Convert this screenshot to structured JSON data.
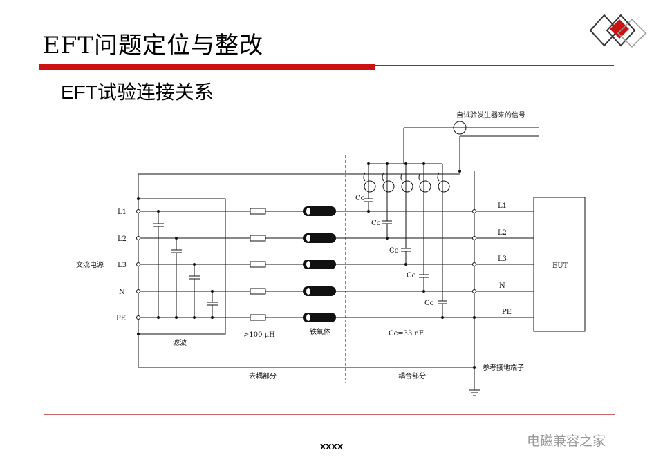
{
  "slide": {
    "title": "EFT问题定位与整改",
    "subtitle": "EFT试验连接关系",
    "footer": "xxxx",
    "watermark": "电磁兼容之家"
  },
  "diagram": {
    "signal_label": "自试验发生器来的信号",
    "source_label": "交流电源",
    "input_lines": [
      "L1",
      "L2",
      "L3",
      "N",
      "PE"
    ],
    "output_lines": [
      "L1",
      "L2",
      "L3",
      "N",
      "PE"
    ],
    "filter_label": "滤波",
    "inductor_label": ">100 μH",
    "ferrite_label": "铁氧体",
    "cap_label": "Cc",
    "cap_value_label": "Cc=33 nF",
    "decoupling_label": "去耦部分",
    "coupling_label": "耦合部分",
    "ground_label": "参考接地端子",
    "eut_label": "EUT"
  },
  "colors": {
    "accent_red": "#cc1111",
    "line": "#111111"
  }
}
